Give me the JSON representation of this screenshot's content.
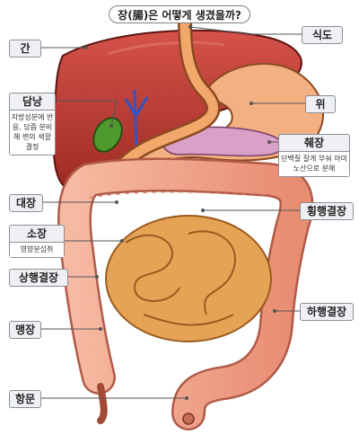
{
  "title": "장(腸)은 어떻게 생겼을까?",
  "labels": {
    "liver": "간",
    "esophagus": "식도",
    "gallbladder": "담낭",
    "gallbladder_desc": "지방성분에 반응, 담즙 분비해 변의 색깔 결정",
    "stomach": "위",
    "pancreas": "췌장",
    "pancreas_desc": "단백질 잘게 부숴 아미노산으로 분해",
    "large_intestine": "대장",
    "transverse_colon": "횡행결장",
    "small_intestine": "소장",
    "small_intestine_desc": "영양분섭취",
    "ascending_colon": "상행결장",
    "descending_colon": "하행결장",
    "appendix": "맹장",
    "anus": "항문"
  },
  "colors": {
    "liver": "#b83a30",
    "stomach": "#eda36a",
    "colon": "#f0a288",
    "small_intestine": "#e8a75c",
    "label_bg": "#eef0f4",
    "leader_line": "#555555"
  }
}
